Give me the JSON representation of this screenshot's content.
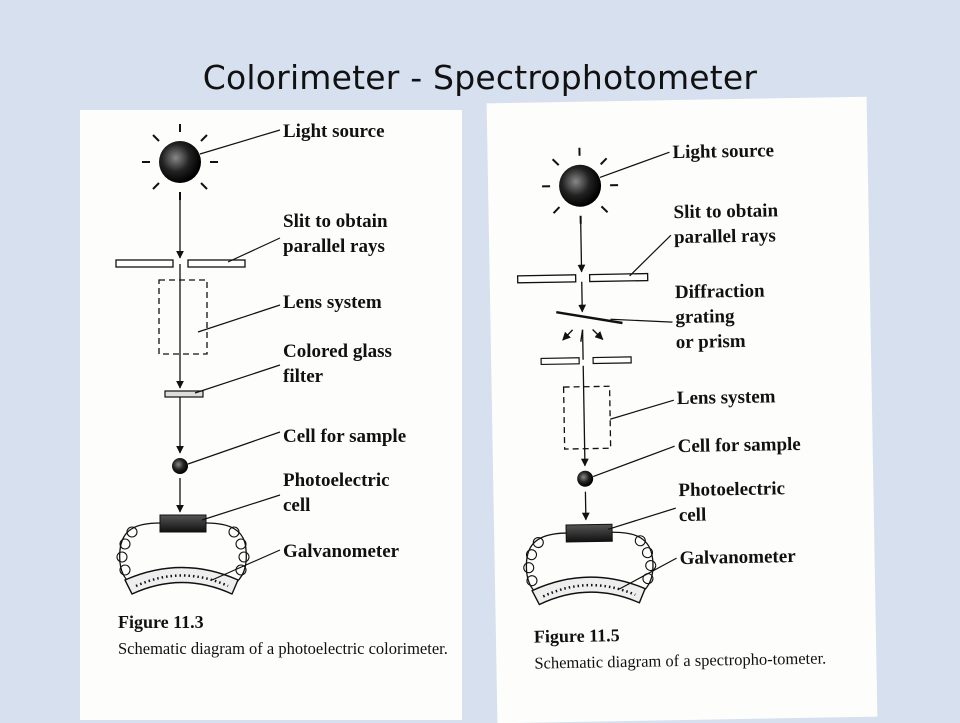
{
  "slide": {
    "title": "Colorimeter - Spectrophotometer"
  },
  "colorimeter": {
    "labels": {
      "light_source": "Light source",
      "slit": "Slit to obtain\nparallel rays",
      "lens": "Lens system",
      "filter": "Colored glass\nfilter",
      "cell": "Cell for sample",
      "photo": "Photoelectric\ncell",
      "galvanometer": "Galvanometer"
    },
    "figure_number": "Figure 11.3",
    "caption": "Schematic diagram of a photoelectric colorimeter."
  },
  "spectrophotometer": {
    "labels": {
      "light_source": "Light source",
      "slit": "Slit to obtain\nparallel rays",
      "grating": "Diffraction\ngrating\nor prism",
      "lens": "Lens system",
      "cell": "Cell for sample",
      "photo": "Photoelectric\ncell",
      "galvanometer": "Galvanometer"
    },
    "figure_number": "Figure 11.5",
    "caption": "Schematic diagram of a spectropho-tometer."
  }
}
